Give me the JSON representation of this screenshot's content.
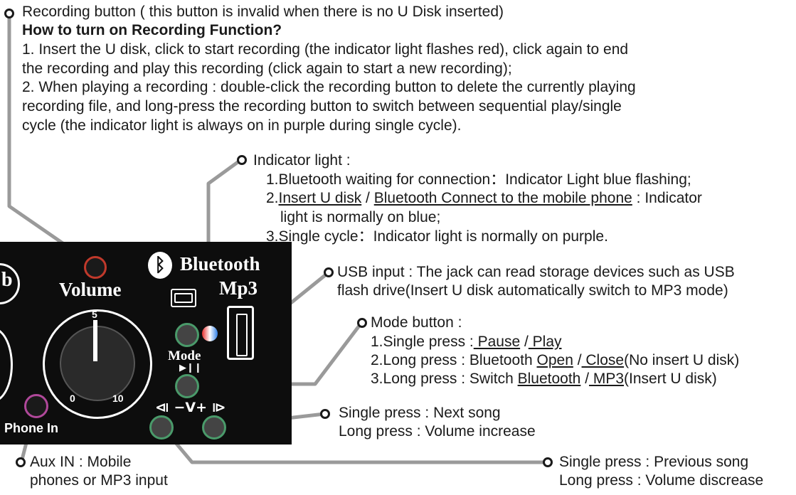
{
  "recording": {
    "title": "Recording button ( this button is invalid when there is no U Disk inserted)",
    "subtitle": "How to turn on Recording Function?",
    "lines": [
      "1. Insert the U disk, click to start recording (the indicator light flashes red), click again to end",
      "the recording and play this recording (click again to start a new recording);",
      "2. When playing a recording : double-click the recording button to delete the currently playing",
      "recording file, and long-press the recording button to switch between sequential play/single",
      "cycle (the indicator light is always on in purple during single cycle)."
    ]
  },
  "indicator": {
    "title": "Indicator light :",
    "l1": "1.Bluetooth waiting for connection：Indicator Light blue flashing;",
    "l2_pre": "2.",
    "l2_u1": "Insert U disk",
    "l2_sep": " / ",
    "l2_u2": "Bluetooth Connect to the mobile phone",
    "l2_post": " : Indicator",
    "l2b": "light is normally on blue;",
    "l3": "3.Single cycle：Indicator light is normally on purple."
  },
  "usb": {
    "l1": "USB input : The jack can read storage devices such as USB",
    "l2": "flash drive(Insert U disk automatically switch to MP3 mode)"
  },
  "mode": {
    "title_a": "Mode",
    "title_b": " button :",
    "l1_pre": "1.Single press :",
    "l1_u1": " Pause",
    "l1_sep": " /",
    "l1_u2": " Play",
    "l2_pre": "2.Long press : Bluetooth  ",
    "l2_u1": "Open",
    "l2_sep": " /",
    "l2_u2": " Close",
    "l2_post": "(No insert U disk)",
    "l3_pre": "3.Long press : Switch ",
    "l3_u1": "Bluetooth",
    "l3_sep": " /",
    "l3_u2": " MP3",
    "l3_post": "(Insert U disk)"
  },
  "next": {
    "l1": "Single press : Next song",
    "l2": "Long press : Volume increase"
  },
  "prev": {
    "l1": "Single press : Previous song",
    "l2": "Long press : Volume discrease"
  },
  "aux": {
    "l1": "Aux IN : Mobile",
    "l2": "phones or MP3 input"
  },
  "panel": {
    "brand1": "Bluetooth",
    "brand2": "Mp3",
    "volume": "Volume",
    "mode": "Mode",
    "play_pause": "▶❙❙",
    "vol_keys": "⧏ −V+ ⧐",
    "phone_in": "Phone In",
    "dial_5": "5",
    "dial_0": "0",
    "dial_10": "10",
    "partial": "b"
  },
  "colors": {
    "wire": "#9a9a9a",
    "panel": "#0d0d0d",
    "record_ring": "#c0392b",
    "aux_ring": "#b0489a",
    "knob_ring": "#4a9a6a"
  }
}
